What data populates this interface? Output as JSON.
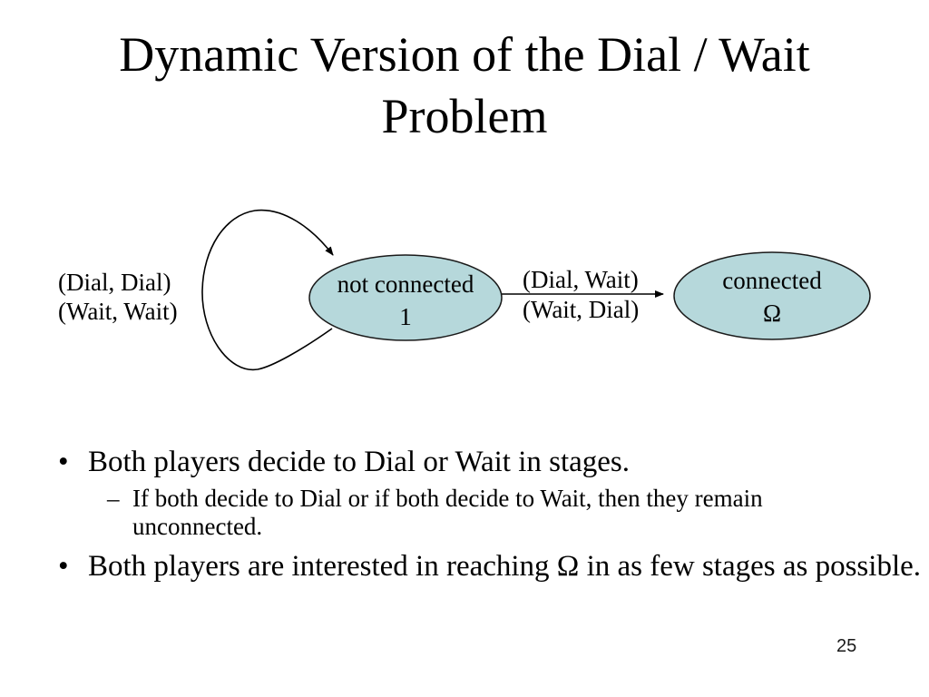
{
  "slide": {
    "title": "Dynamic Version of the Dial / Wait Problem",
    "page_number": "25"
  },
  "diagram": {
    "self_loop_label_line1": "(Dial, Dial)",
    "self_loop_label_line2": "(Wait, Wait)",
    "transition_label_line1": "(Dial, Wait)",
    "transition_label_line2": "(Wait, Dial)",
    "state_not_connected_line1": "not connected",
    "state_not_connected_line2": "1",
    "state_connected_line1": "connected",
    "state_connected_line2": "Ω",
    "node_fill": "#b6d8db",
    "node_stroke": "#1a1a1a"
  },
  "bullets": {
    "bullet_glyph": "•",
    "sub_bullet_glyph": "–",
    "item1": "Both players decide to Dial or Wait in stages.",
    "item1_sub": "If both decide to Dial or if both decide to Wait, then they remain unconnected.",
    "item2": "Both players are interested in reaching Ω in as few stages as possible."
  }
}
